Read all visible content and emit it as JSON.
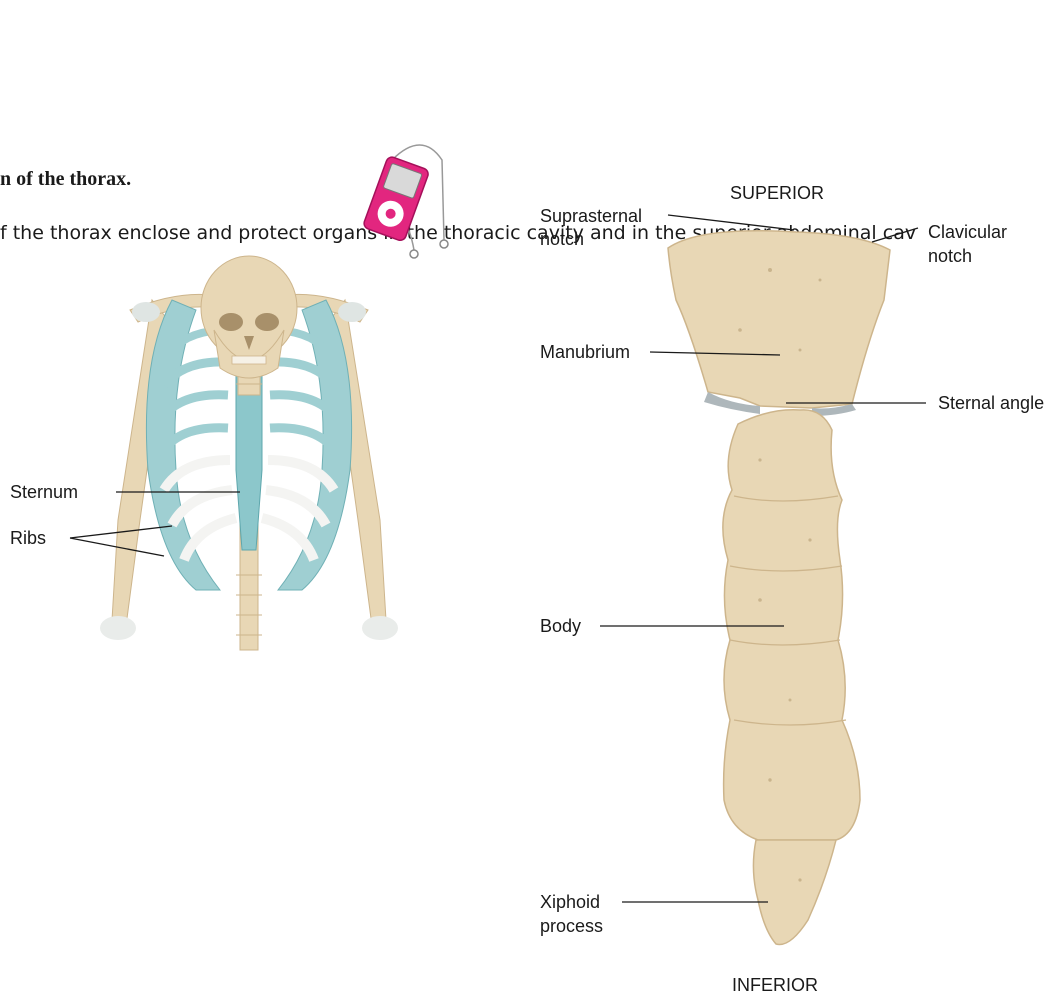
{
  "caption": {
    "title": "n of the thorax.",
    "body": "f the thorax enclose and protect organs in the thoracic cavity and in the superior abdominal cav"
  },
  "skeleton_labels": {
    "sternum": "Sternum",
    "ribs": "Ribs"
  },
  "sternum_labels": {
    "superior": "SUPERIOR",
    "inferior": "INFERIOR",
    "suprasternal_1": "Suprasternal",
    "suprasternal_2": "notch",
    "clavicular_1": "Clavicular",
    "clavicular_2": "notch",
    "manubrium": "Manubrium",
    "sternal_angle": "Sternal angle",
    "body": "Body",
    "xiphoid_1": "Xiphoid",
    "xiphoid_2": "process"
  },
  "colors": {
    "bone": "#e8d7b5",
    "bone_shadow": "#cdb58c",
    "cartilage": "#9fcfd2",
    "rib_white": "#f4f4f2",
    "ipod_pink": "#e2267f"
  },
  "icons": [
    "ipod-icon"
  ]
}
